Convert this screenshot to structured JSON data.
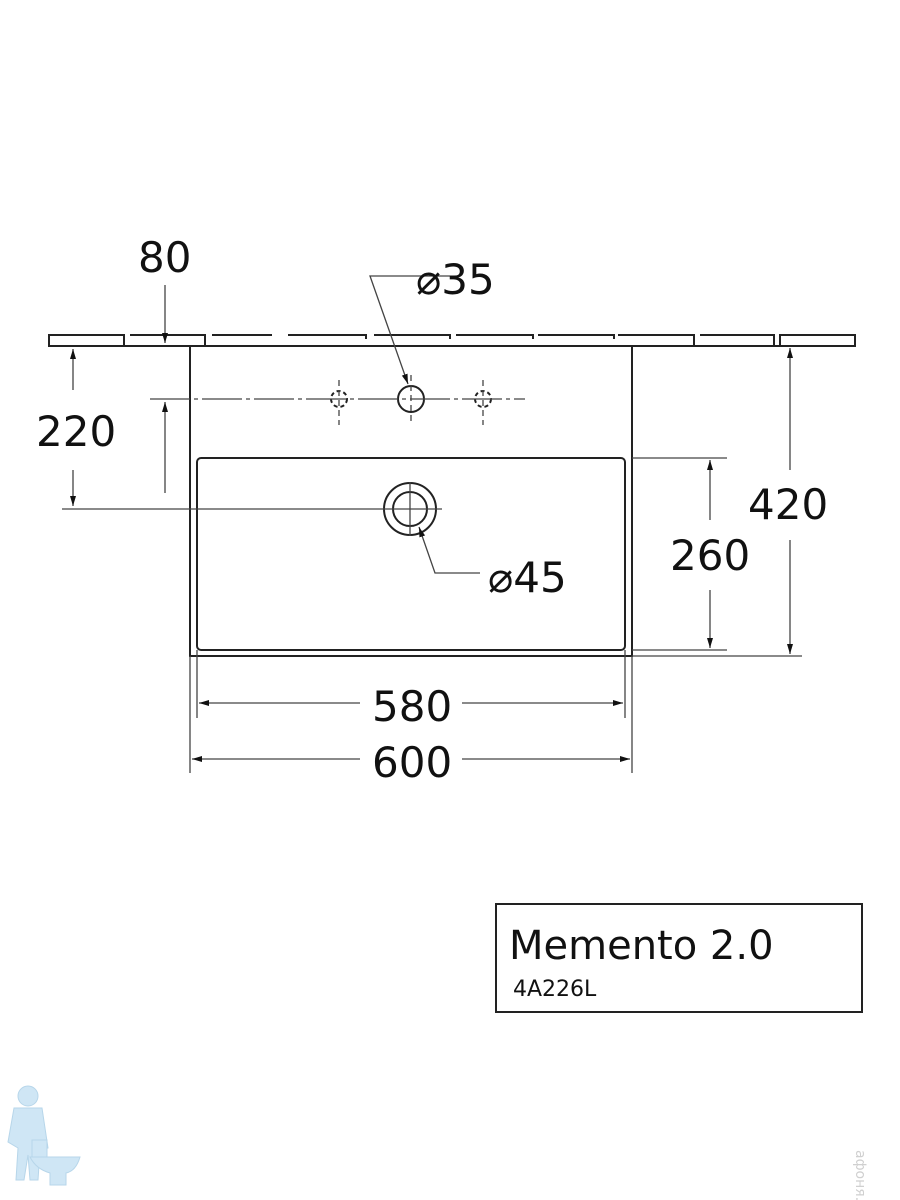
{
  "dimensions": {
    "offset_80": "80",
    "tap_hole": "⌀35",
    "depth_220": "220",
    "drain": "⌀45",
    "bowl_depth_260": "260",
    "total_depth_420": "420",
    "bowl_width_580": "580",
    "total_width_600": "600"
  },
  "title_block": {
    "name": "Memento 2.0",
    "code": "4A226L"
  },
  "watermark": "афоня.рф"
}
